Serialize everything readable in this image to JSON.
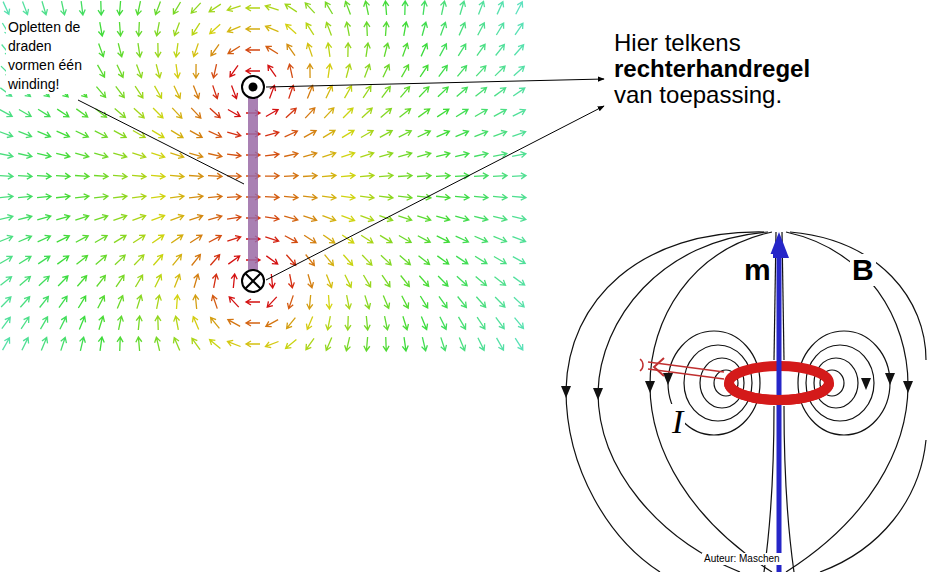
{
  "diagram": {
    "labels": [
      "Opletten de draden vormen één winding!",
      "Hier telkens",
      "rechterhandregel",
      "van toepassing.",
      "m",
      "B",
      "I",
      "Auteur: Maschen"
    ]
  }
}
